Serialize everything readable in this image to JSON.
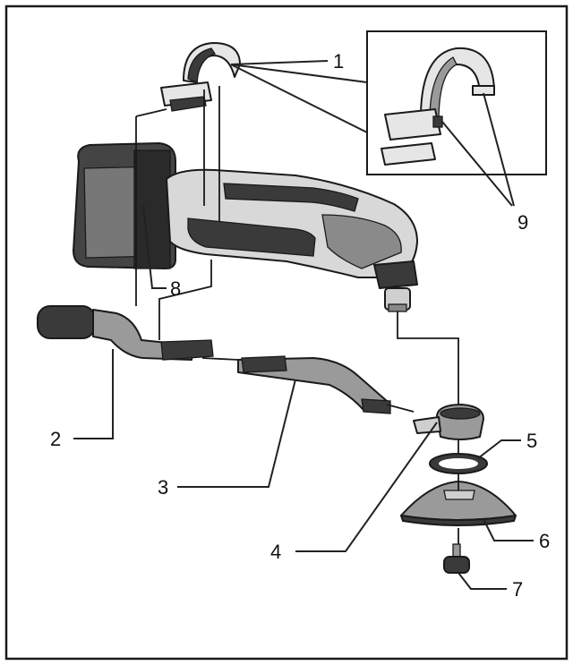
{
  "figure": {
    "frame_color": "#1a1a1a",
    "part_fill": "#e6e6e6",
    "part_dark": "#3a3a3a",
    "part_mid": "#9a9a9a"
  },
  "callouts": [
    {
      "id": "1",
      "label": "1"
    },
    {
      "id": "2",
      "label": "2"
    },
    {
      "id": "3",
      "label": "3"
    },
    {
      "id": "4",
      "label": "4"
    },
    {
      "id": "5",
      "label": "5"
    },
    {
      "id": "6",
      "label": "6"
    },
    {
      "id": "7",
      "label": "7"
    },
    {
      "id": "8",
      "label": "8"
    },
    {
      "id": "9",
      "label": "9"
    }
  ]
}
